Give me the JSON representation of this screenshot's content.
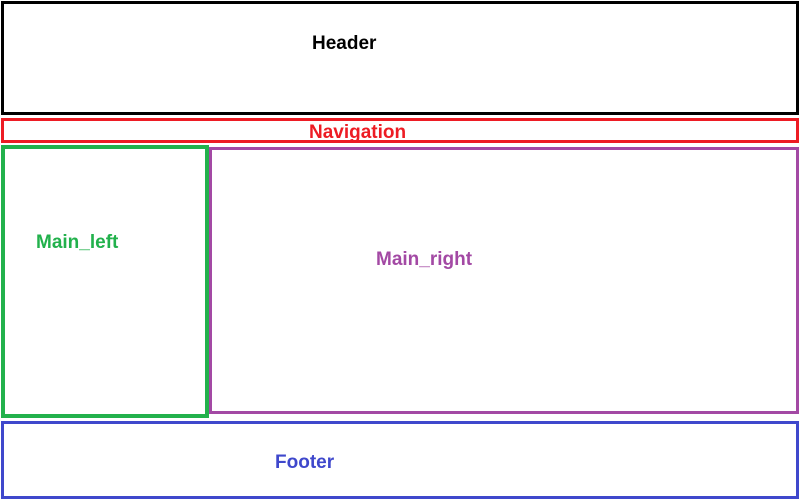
{
  "diagram": {
    "regions": {
      "header": {
        "label": "Header",
        "color": "#000000"
      },
      "navigation": {
        "label": "Navigation",
        "color": "#ed1c24"
      },
      "main_left": {
        "label": "Main_left",
        "color": "#22b14c"
      },
      "main_right": {
        "label": "Main_right",
        "color": "#a349a4"
      },
      "footer": {
        "label": "Footer",
        "color": "#3f48cc"
      }
    }
  }
}
